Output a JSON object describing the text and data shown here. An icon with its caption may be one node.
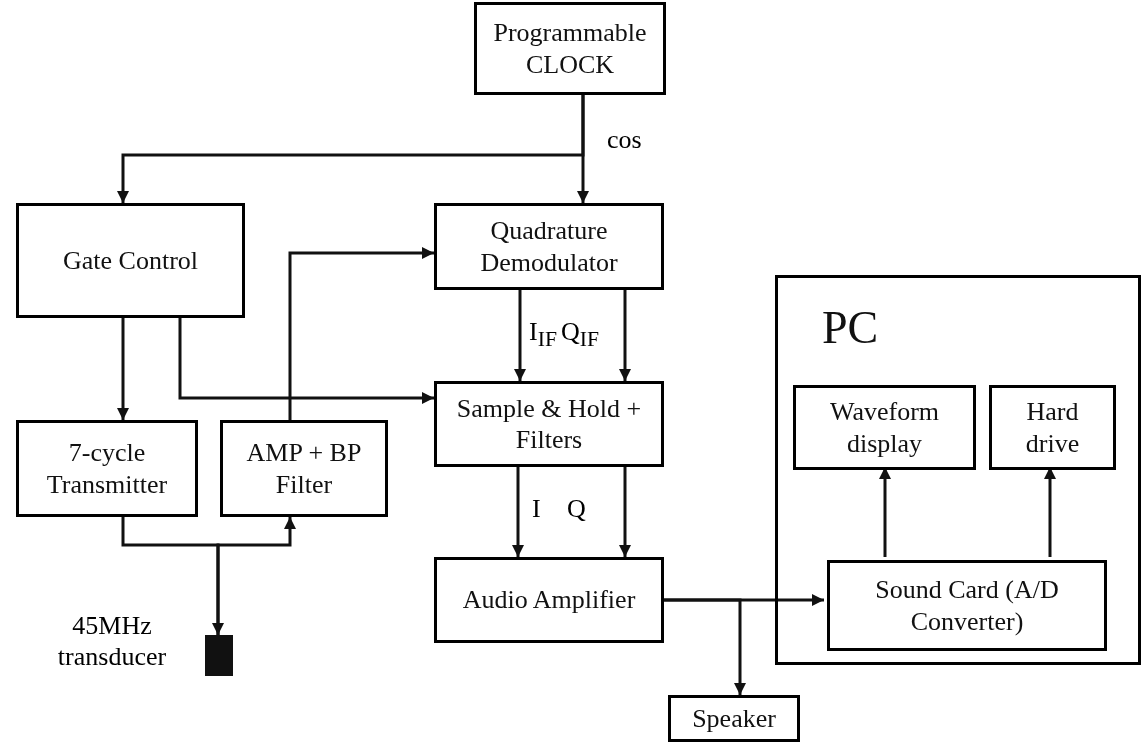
{
  "diagram": {
    "nodes": [
      {
        "text": [
          "Programmable CLOCK"
        ]
      },
      {
        "text": [
          "Gate Control"
        ]
      },
      {
        "text": [
          "Quadrature Demodulator"
        ]
      },
      {
        "text": [
          "PC"
        ]
      },
      {
        "text": [
          "Sample & Hold + Filters"
        ]
      },
      {
        "text": [
          "7-cycle Transmitter"
        ]
      },
      {
        "text": [
          "AMP + BP Filter"
        ]
      },
      {
        "text": [
          "Waveform display"
        ],
        "in": 3
      },
      {
        "text": [
          "Hard drive"
        ],
        "in": 3
      },
      {
        "text": [
          "Audio Amplifier"
        ]
      },
      {
        "text": [
          "Sound Card (A/D Converter)"
        ],
        "in": 3
      },
      {
        "text": [],
        "shape": "box",
        "beside": [
          "45MHz transducer"
        ]
      },
      {
        "text": [
          "Speaker"
        ]
      }
    ],
    "edges": [
      {
        "from": 0,
        "to": 2,
        "arrow": "to",
        "label": "cos"
      },
      {
        "from": 0,
        "to": 1,
        "arrow": "to"
      },
      {
        "from": 1,
        "to": 5,
        "arrow": "to"
      },
      {
        "from": 1,
        "to": 4,
        "arrow": "to"
      },
      {
        "from": 6,
        "to": 2,
        "arrow": "to"
      },
      {
        "from": 2,
        "to": 4,
        "arrow": "to",
        "label": "I$_{IF}$"
      },
      {
        "from": 2,
        "to": 4,
        "arrow": "to",
        "label": "Q$_{IF}$"
      },
      {
        "from": 4,
        "to": 9,
        "arrow": "to",
        "label": "I"
      },
      {
        "from": 4,
        "to": 9,
        "arrow": "to",
        "label": "Q"
      },
      {
        "from": 5,
        "to": 11,
        "arrow": "to"
      },
      {
        "from": 11,
        "to": 6,
        "arrow": "to"
      },
      {
        "from": 9,
        "to": 10,
        "arrow": "to"
      },
      {
        "from": 9,
        "to": 12,
        "arrow": "to"
      },
      {
        "from": 10,
        "to": 7,
        "arrow": "to"
      },
      {
        "from": 10,
        "to": 8,
        "arrow": "to"
      }
    ]
  }
}
